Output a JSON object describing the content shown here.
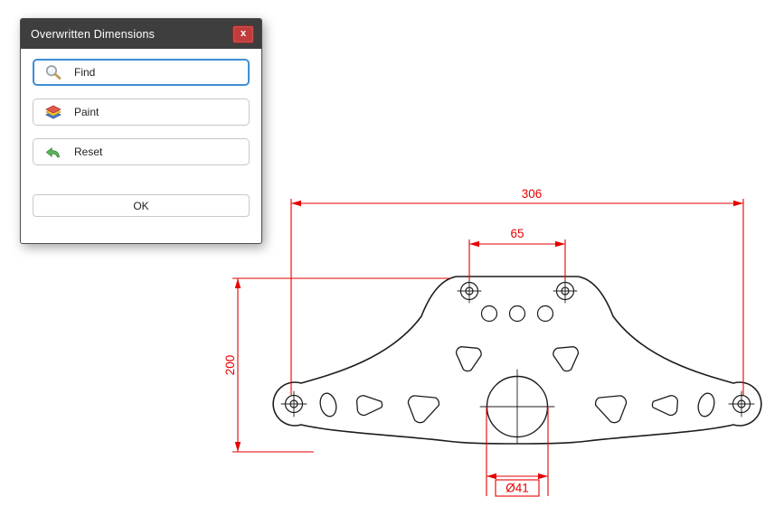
{
  "dialog": {
    "title": "Overwritten Dimensions",
    "close_glyph": "x",
    "buttons": [
      {
        "label": "Find",
        "icon": "magnifier-icon"
      },
      {
        "label": "Paint",
        "icon": "layers-icon"
      },
      {
        "label": "Reset",
        "icon": "undo-arrow-icon"
      }
    ],
    "ok_label": "OK"
  },
  "drawing": {
    "dimensions": {
      "overall_width": {
        "value": "306",
        "type": "linear-horizontal"
      },
      "top_hole_spacing": {
        "value": "65",
        "type": "linear-horizontal"
      },
      "overall_height": {
        "value": "200",
        "type": "linear-vertical"
      },
      "center_hole_diameter": {
        "value": "Ø41",
        "type": "diameter",
        "boxed": true
      }
    },
    "colors": {
      "dimension_red": "#e60000",
      "geometry_black": "#1c1c1c"
    }
  }
}
